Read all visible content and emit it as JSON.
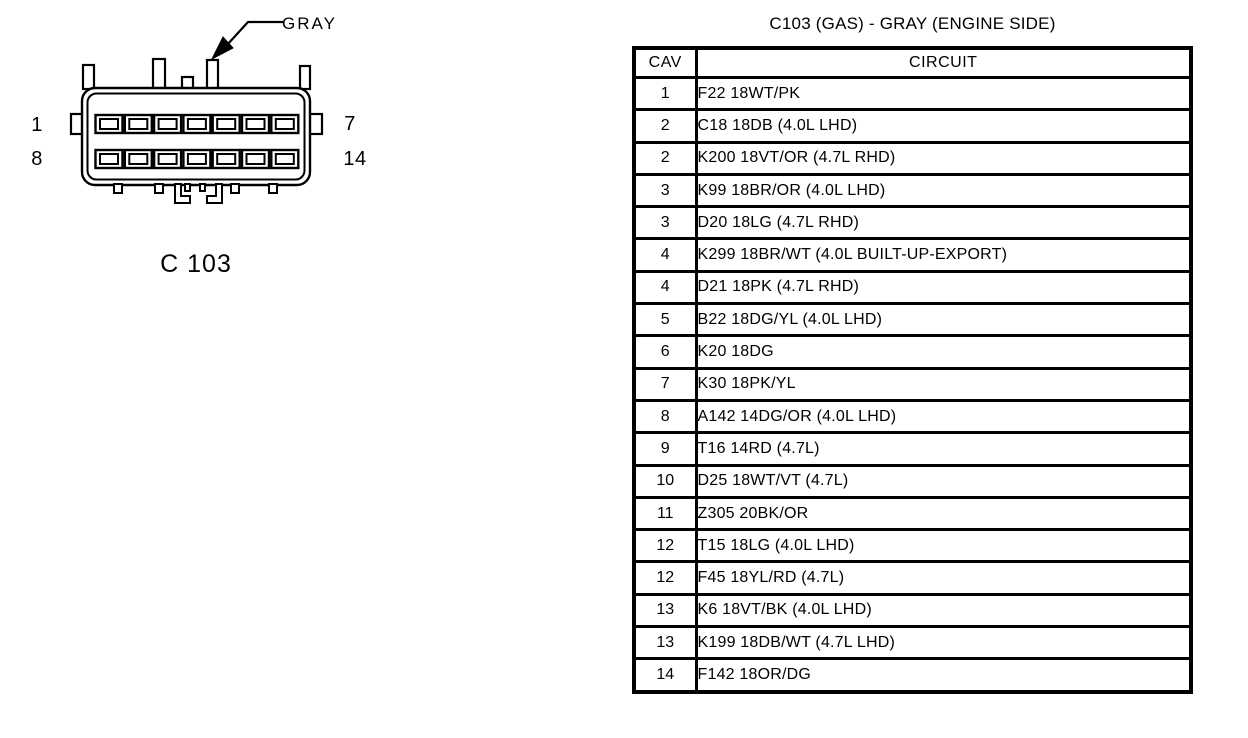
{
  "page": {
    "background": "#ffffff",
    "ink": "#000000"
  },
  "diagram": {
    "connector_id": "C 103",
    "color_callout": "GRAY",
    "pin_numbers": {
      "row1_start": "1",
      "row1_end": "7",
      "row2_start": "8",
      "row2_end": "14"
    },
    "pins_per_row": 7,
    "rows_of_pins": 2
  },
  "table": {
    "title": "C103 (GAS) - GRAY (ENGINE SIDE)",
    "columns": [
      "CAV",
      "CIRCUIT"
    ],
    "rows": [
      {
        "cav": "1",
        "circuit": "F22 18WT/PK"
      },
      {
        "cav": "2",
        "circuit": "C18 18DB (4.0L LHD)"
      },
      {
        "cav": "2",
        "circuit": "K200 18VT/OR (4.7L RHD)"
      },
      {
        "cav": "3",
        "circuit": "K99 18BR/OR (4.0L LHD)"
      },
      {
        "cav": "3",
        "circuit": "D20 18LG (4.7L RHD)"
      },
      {
        "cav": "4",
        "circuit": "K299 18BR/WT (4.0L BUILT-UP-EXPORT)"
      },
      {
        "cav": "4",
        "circuit": "D21 18PK (4.7L RHD)"
      },
      {
        "cav": "5",
        "circuit": "B22 18DG/YL (4.0L LHD)"
      },
      {
        "cav": "6",
        "circuit": "K20 18DG"
      },
      {
        "cav": "7",
        "circuit": "K30 18PK/YL"
      },
      {
        "cav": "8",
        "circuit": "A142 14DG/OR (4.0L LHD)"
      },
      {
        "cav": "9",
        "circuit": "T16 14RD (4.7L)"
      },
      {
        "cav": "10",
        "circuit": "D25 18WT/VT (4.7L)"
      },
      {
        "cav": "11",
        "circuit": "Z305 20BK/OR"
      },
      {
        "cav": "12",
        "circuit": "T15 18LG (4.0L LHD)"
      },
      {
        "cav": "12",
        "circuit": "F45 18YL/RD (4.7L)"
      },
      {
        "cav": "13",
        "circuit": "K6 18VT/BK (4.0L LHD)"
      },
      {
        "cav": "13",
        "circuit": "K199 18DB/WT (4.7L LHD)"
      },
      {
        "cav": "14",
        "circuit": "F142 18OR/DG"
      }
    ]
  }
}
